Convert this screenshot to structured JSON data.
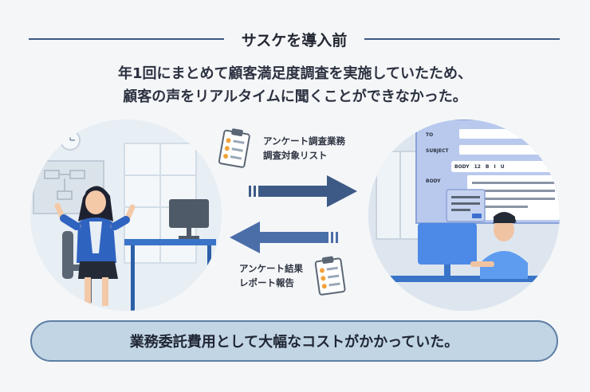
{
  "header": {
    "title": "サスケを導入前"
  },
  "description": {
    "line1": "年1回にまとめて顧客満足度調査を実施していたため、",
    "line2": "顧客の声をリアルタイムに聞くことができなかった。"
  },
  "flow": {
    "top_label_1": "アンケート調査業務",
    "top_label_2": "調査対象リスト",
    "bottom_label_1": "アンケート結果",
    "bottom_label_2": "レポート報告"
  },
  "email_form": {
    "to_label": "TO",
    "subject_label": "SUBJECT",
    "body_label": "BODY",
    "toolbar_style": "BODY",
    "toolbar_size": "12",
    "toolbar_bold": "B",
    "toolbar_italic": "I",
    "toolbar_underline": "U"
  },
  "footer": {
    "summary": "業務委託費用として大幅なコストがかかっていた。"
  },
  "colors": {
    "accent_blue": "#3d5a86",
    "arrow_blue": "#4a6ea8",
    "pill_bg": "#c1d5e5",
    "pill_border": "#5e7ea4"
  }
}
